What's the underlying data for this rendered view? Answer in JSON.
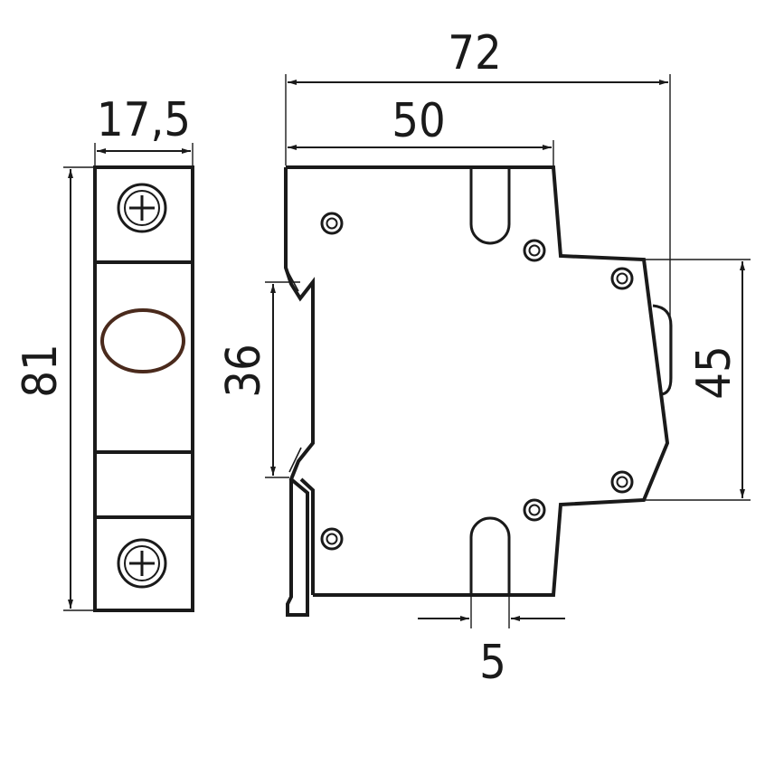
{
  "dimensions": {
    "width_front": "17,5",
    "height_front": "81",
    "overall_depth": "72",
    "depth_to_step": "50",
    "rail_height": "36",
    "step_height": "45",
    "slot_width": "5"
  },
  "colors": {
    "line": "#1a1a1a",
    "lens": "#4a2a1c",
    "background": "#ffffff"
  },
  "icons": {
    "terminal_screw": "screw-icon",
    "indicator_lens": "indicator-lens-icon",
    "rivet": "rivet-icon"
  }
}
